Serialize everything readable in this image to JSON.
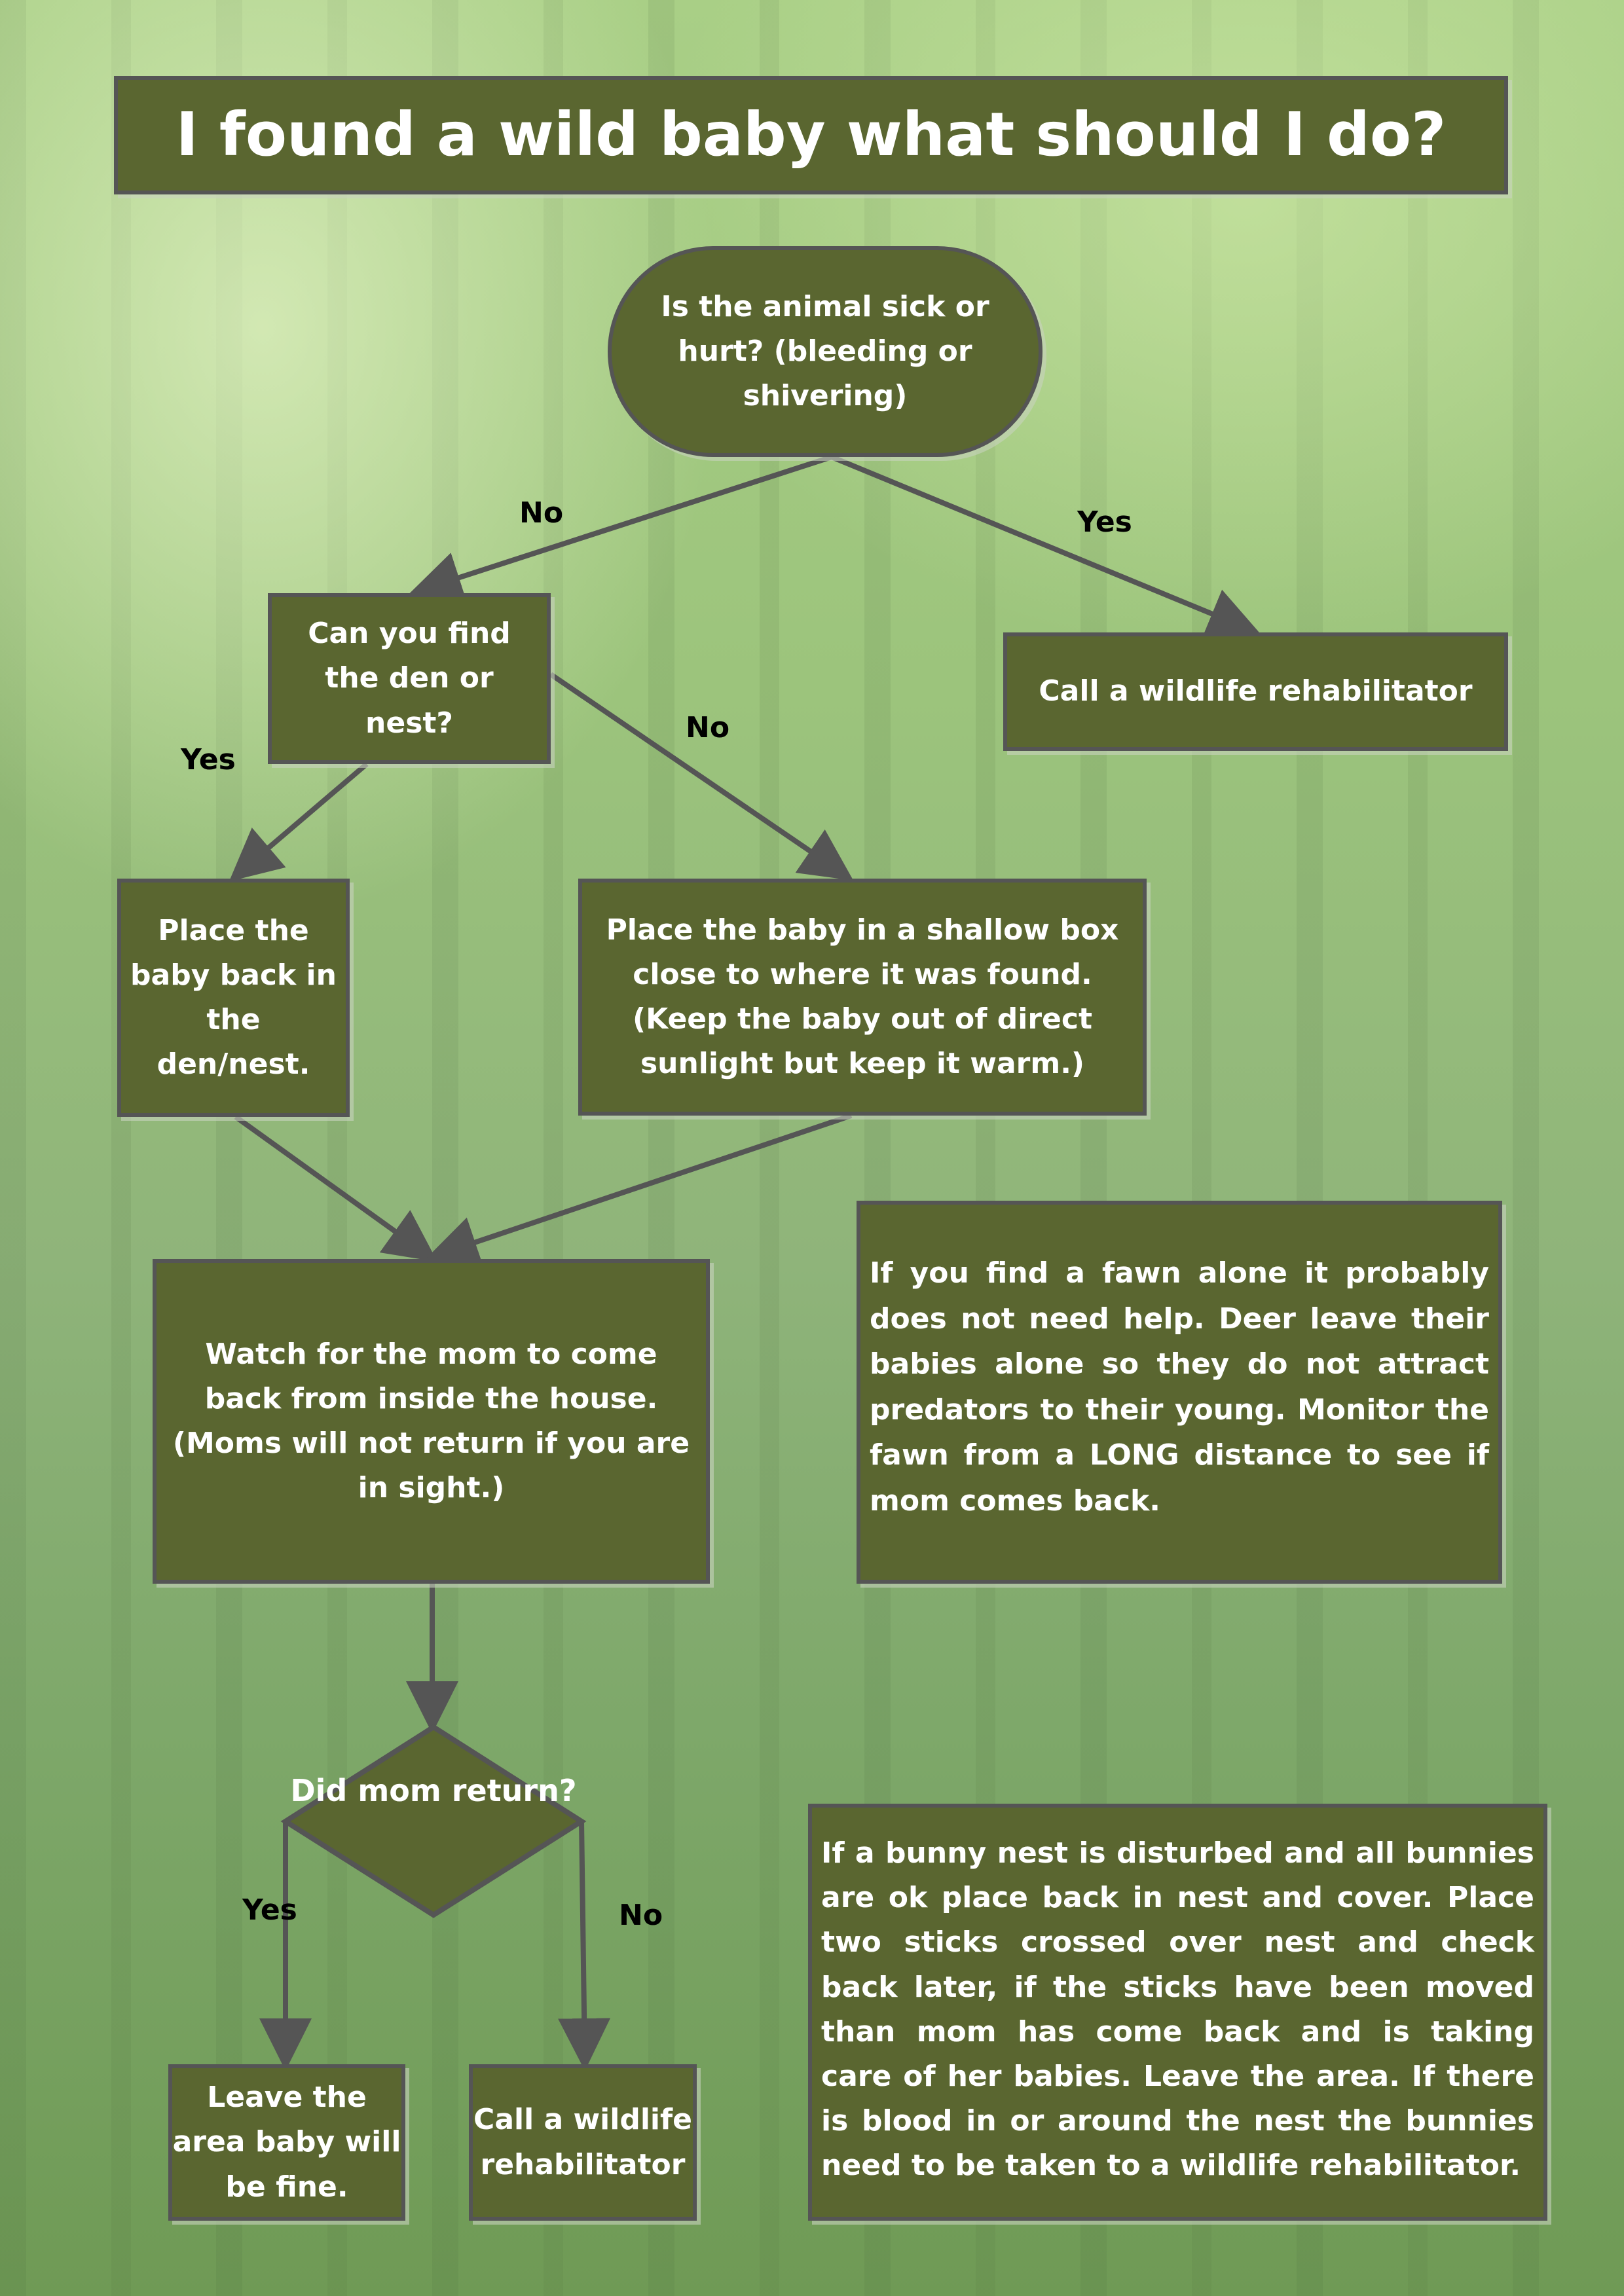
{
  "title": "I found a wild baby what should I do?",
  "nodes": {
    "start": "Is the animal sick or hurt? (bleeding or shivering)",
    "call_rehab_top": "Call a wildlife rehabilitator",
    "find_den": "Can you find the den or nest?",
    "place_back": "Place the baby back in the den/nest.",
    "shallow_box": "Place the baby in a shallow box close to where it was found. (Keep the baby out of direct sunlight but keep it warm.)",
    "watch_mom": "Watch for the mom to come back from inside the house. (Moms will not return if you are in sight.)",
    "did_mom_return": "Did mom return?",
    "leave_area": "Leave the area baby will be fine.",
    "call_rehab_bottom": "Call a wildlife rehabilitator"
  },
  "notes": {
    "fawn": "If you find a fawn alone it probably does not need help. Deer leave their babies alone so they do not attract predators to their young. Monitor the fawn from a LONG distance to see if mom comes back.",
    "bunny": "If a bunny nest is disturbed and all bunnies are ok place back in nest and cover. Place two sticks crossed over nest and check back later, if the sticks have been moved than mom has come back and is taking care of her babies. Leave the area. If there is blood in or around the nest the bunnies need to be taken to a wildlife rehabilitator."
  },
  "edges": {
    "sick_no": "No",
    "sick_yes": "Yes",
    "den_yes": "Yes",
    "den_no": "No",
    "mom_yes": "Yes",
    "mom_no": "No"
  }
}
